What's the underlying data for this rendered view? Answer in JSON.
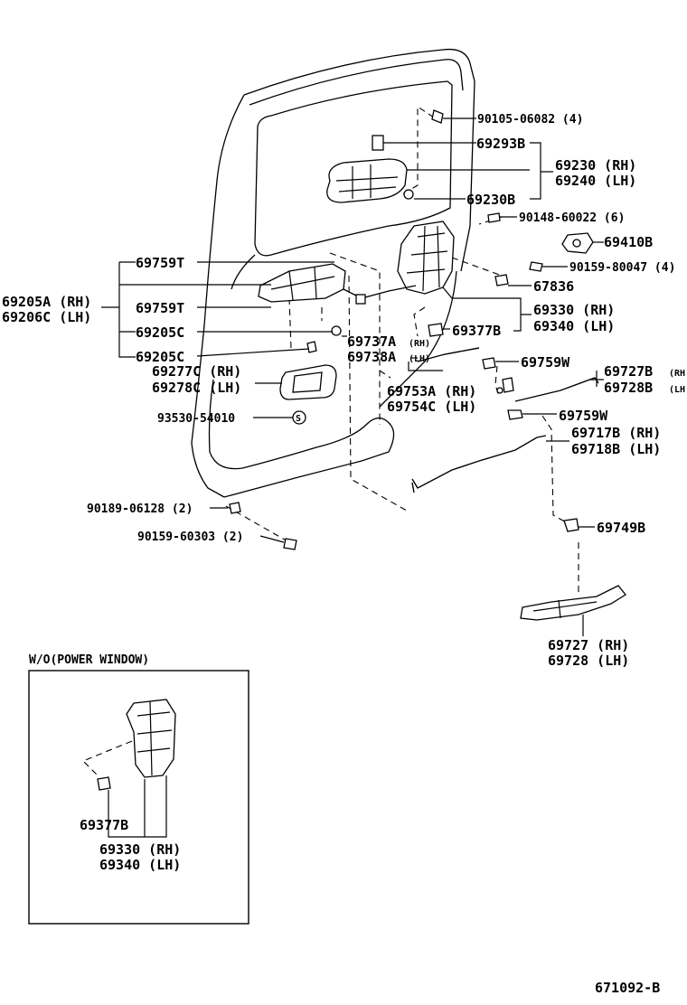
{
  "labels": {
    "p90105": "90105-06082 (4)",
    "p69293B": "69293B",
    "p69230": "69230 (RH)",
    "p69240": "69240 (LH)",
    "p69230B": "69230B",
    "p90148": "90148-60022 (6)",
    "p69410B": "69410B",
    "p90159_80047": "90159-80047 (4)",
    "p67836": "67836",
    "p69330": "69330 (RH)",
    "p69340": "69340 (LH)",
    "p69377B": "69377B",
    "p69759T_a": "69759T",
    "p69205A": "69205A (RH)",
    "p69206C": "69206C (LH)",
    "p69759T_b": "69759T",
    "p69205C_a": "69205C",
    "p69205C_b": "69205C",
    "p69737A": "69737A",
    "p69737A_rh": "(RH)",
    "p69738A": "69738A",
    "p69738A_lh": "(LH)",
    "p69277C": "69277C (RH)",
    "p69278C": "69278C (LH)",
    "p93530": "93530-54010",
    "p69753A": "69753A (RH)",
    "p69754C": "69754C (LH)",
    "p69759W_a": "69759W",
    "p69727B": "69727B",
    "p69727B_rh": "(RH",
    "p69728B": "69728B",
    "p69728B_lh": "(LH",
    "p69759W_b": "69759W",
    "p69717B": "69717B (RH)",
    "p69718B": "69718B (LH)",
    "p90189": "90189-06128 (2)",
    "p90159_60303": "90159-60303 (2)",
    "p69749B": "69749B",
    "p69727": "69727 (RH)",
    "p69728": "69728 (LH)",
    "s_mark": "S"
  },
  "inset": {
    "title": "W/O(POWER WINDOW)",
    "p69377B": "69377B",
    "p69330": "69330 (RH)",
    "p69340": "69340 (LH)"
  },
  "figure_code": "671092-B"
}
